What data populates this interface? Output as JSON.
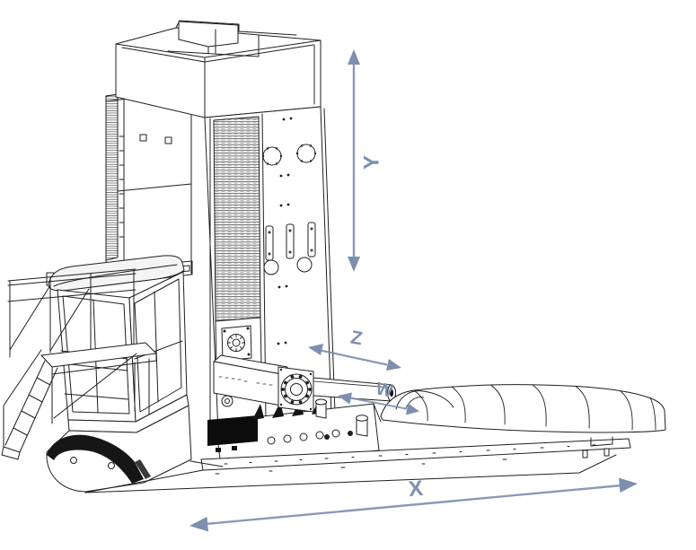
{
  "diagram": {
    "axis_arrows": [
      {
        "label": "Y",
        "orientation": "vertical"
      },
      {
        "label": "Z",
        "orientation": "diagonal-upper"
      },
      {
        "label": "W",
        "orientation": "diagonal-spindle"
      },
      {
        "label": "X",
        "orientation": "horizontal-long"
      }
    ],
    "colors": {
      "arrow": "#7e8fae",
      "line_art": "#1f1f1f",
      "background": "#ffffff"
    }
  }
}
